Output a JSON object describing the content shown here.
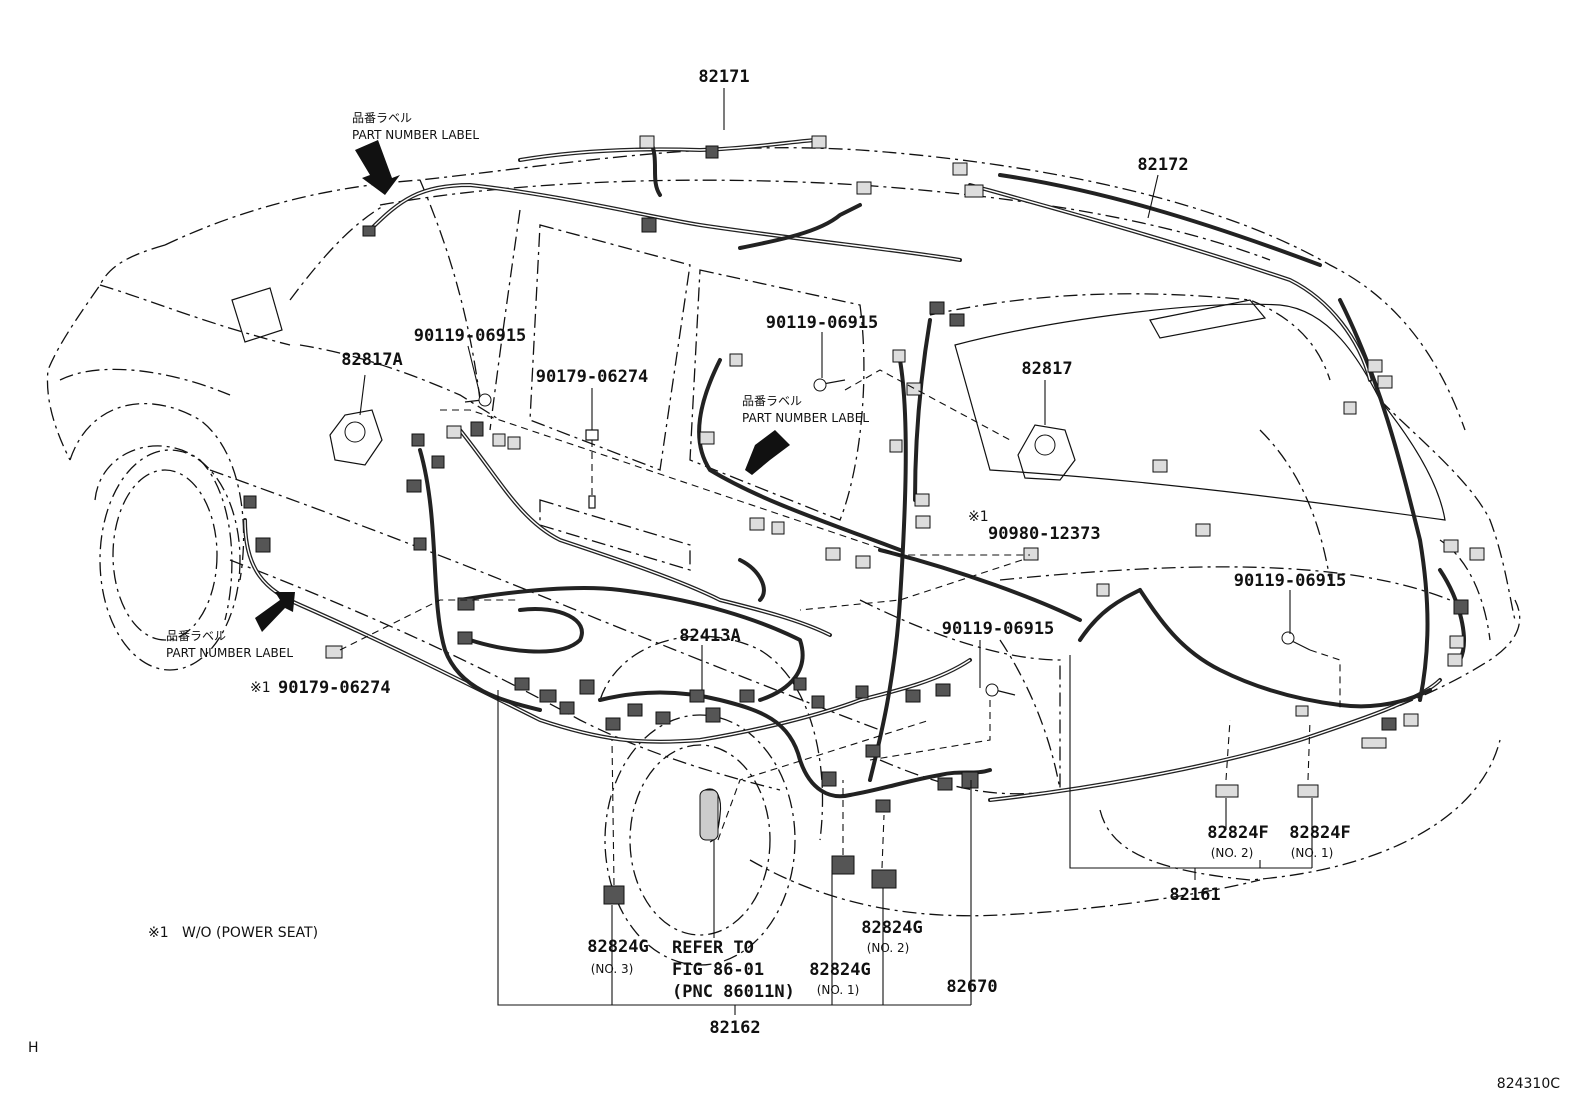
{
  "diagram": {
    "labels": {
      "p82171": "82171",
      "p82172": "82172",
      "p82817A": "82817A",
      "p82817": "82817",
      "p90119_a": "90119-06915",
      "p90119_b": "90119-06915",
      "p90119_c": "90119-06915",
      "p90119_d": "90119-06915",
      "p90179_a": "90179-06274",
      "p90179_b": "90179-06274",
      "p90980": "90980-12373",
      "p82413A": "82413A",
      "p82824G_no3": "82824G",
      "p82824G_no1": "82824G",
      "p82824G_no2": "82824G",
      "p82824F_no2": "82824F",
      "p82824F_no1": "82824F",
      "p82670": "82670",
      "p82161": "82161",
      "p82162": "82162",
      "refer_line1": "REFER TO",
      "refer_line2": "FIG 86-01",
      "refer_line3": "(PNC 86011N)"
    },
    "sublabels": {
      "no3": "(NO. 3)",
      "no1_g": "(NO. 1)",
      "no2_g": "(NO. 2)",
      "no2_f": "(NO. 2)",
      "no1_f": "(NO. 1)"
    },
    "part_number_labels": {
      "jp": "品番ラベル",
      "en": "PART NUMBER LABEL"
    },
    "asterisk_marks": {
      "mark_90980": "※1",
      "mark_90179": "※1"
    },
    "footnote": "※1   W/O (POWER SEAT)",
    "corner_left": "H",
    "corner_right": "824310C"
  }
}
